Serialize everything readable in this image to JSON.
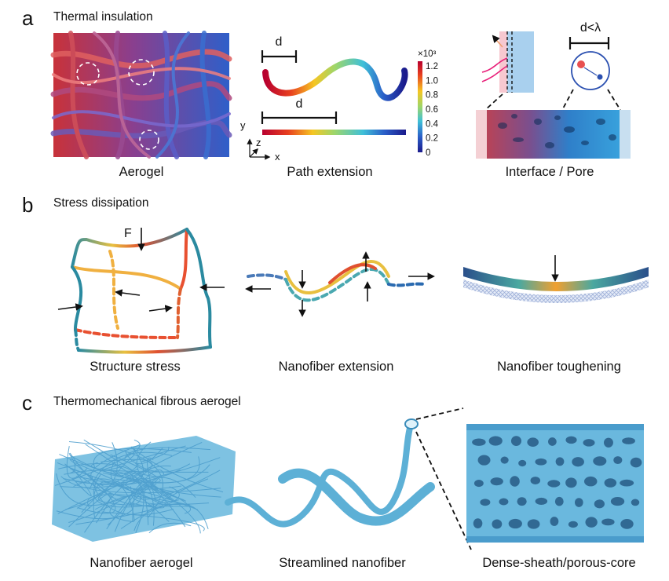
{
  "panels": {
    "a": {
      "letter": "a",
      "title": "Thermal insulation",
      "captions": [
        "Aerogel",
        "Path extension",
        "Interface / Pore"
      ],
      "path_label_1": "d",
      "path_label_2": "d",
      "pore_label": "d<λ",
      "axes": {
        "y": "y",
        "z": "z",
        "x": "x"
      },
      "colorbar": {
        "multiplier": "×10³",
        "ticks": [
          "1.2",
          "1.0",
          "0.8",
          "0.6",
          "0.4",
          "0.2",
          "0"
        ],
        "colors": [
          "#b8002f",
          "#e8401f",
          "#f5a623",
          "#e8e23a",
          "#9ed66a",
          "#3fc0d8",
          "#2a5ec8",
          "#1b1b8c"
        ]
      }
    },
    "b": {
      "letter": "b",
      "title": "Stress dissipation",
      "force_label": "F",
      "captions": [
        "Structure stress",
        "Nanofiber extension",
        "Nanofiber toughening"
      ]
    },
    "c": {
      "letter": "c",
      "title": "Thermomechanical fibrous aerogel",
      "captions": [
        "Nanofiber aerogel",
        "Streamlined nanofiber",
        "Dense-sheath/porous-core"
      ]
    }
  },
  "colors": {
    "fiber_blue": "#5db0d6",
    "hot": "#c62a3a",
    "cold": "#2a4fb0"
  }
}
